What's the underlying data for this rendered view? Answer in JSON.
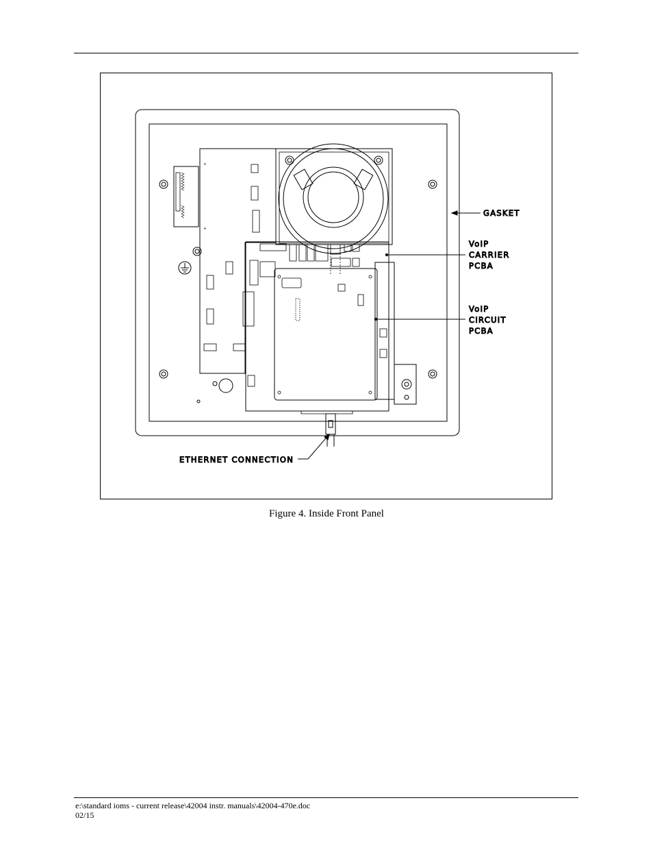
{
  "figure": {
    "caption": "Figure 4.  Inside Front Panel",
    "callouts": {
      "gasket": "GASKET",
      "carrier_line1": "VoIP",
      "carrier_line2": "CARRIER",
      "carrier_line3": "PCBA",
      "circuit_line1": "VoIP",
      "circuit_line2": "CIRCUIT",
      "circuit_line3": "PCBA",
      "ethernet": "ETHERNET CONNECTION"
    }
  },
  "footer": {
    "path": "e:\\standard ioms - current release\\42004 instr. manuals\\42004-470e.doc",
    "date": "02/15"
  }
}
